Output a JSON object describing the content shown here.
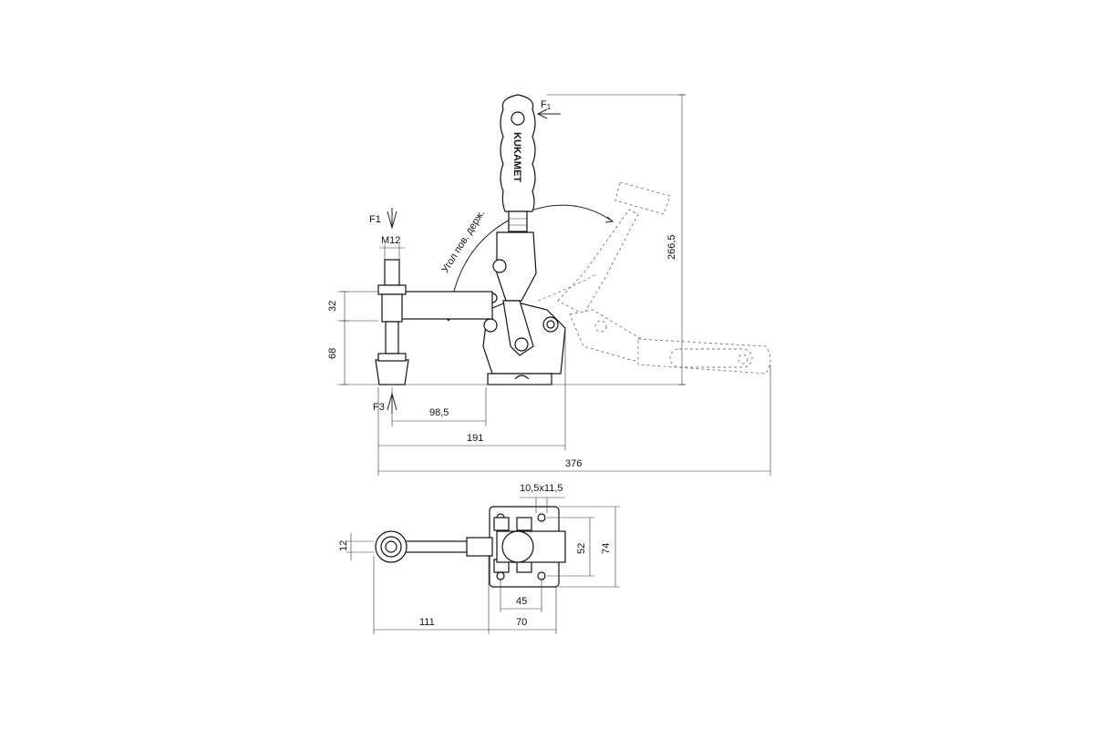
{
  "brand_on_handle": "KUKAMET",
  "angle_label": "Угол пов. держ.",
  "force_labels": {
    "f_handle": "F",
    "f_handle_sub": "1",
    "f1": "F1",
    "f3": "F3"
  },
  "thread_label": "M12",
  "dimensions_side_view": {
    "overall_height": "266,5",
    "spindle_height_upper": "32",
    "spindle_height_lower": "68",
    "spindle_to_base": "98,5",
    "spindle_to_base_end": "191",
    "overall_length": "376"
  },
  "dimensions_top_view": {
    "slot": "10,5x11,5",
    "spindle_width": "12",
    "hole_pitch_y": "52",
    "base_width": "74",
    "hole_pitch_x": "45",
    "spindle_offset": "111",
    "base_length": "70"
  },
  "colors": {
    "line": "#111111",
    "dashed": "#888888",
    "background": "#ffffff"
  }
}
